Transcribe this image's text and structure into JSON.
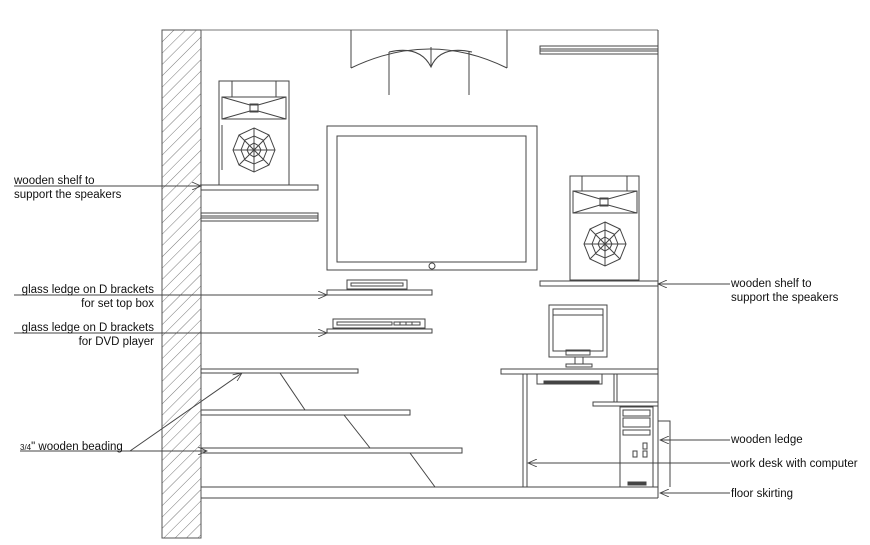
{
  "drawing": {
    "type": "elevation",
    "subject": "TV and entertainment wall unit with work desk",
    "line_color": "#333333"
  },
  "labels": {
    "shelf_left_1": "wooden shelf to",
    "shelf_left_2": "support the speakers",
    "settop_1": "glass ledge on D brackets",
    "settop_2": "for set top box",
    "dvd_1": "glass ledge on D brackets",
    "dvd_2": "for DVD player",
    "beading_fraction": "3/4",
    "beading_text": "\" wooden beading",
    "shelf_right_1": "wooden shelf to",
    "shelf_right_2": "support the speakers",
    "wooden_ledge": "wooden ledge",
    "work_desk": "work desk with computer",
    "floor_skirting": "floor skirting"
  }
}
